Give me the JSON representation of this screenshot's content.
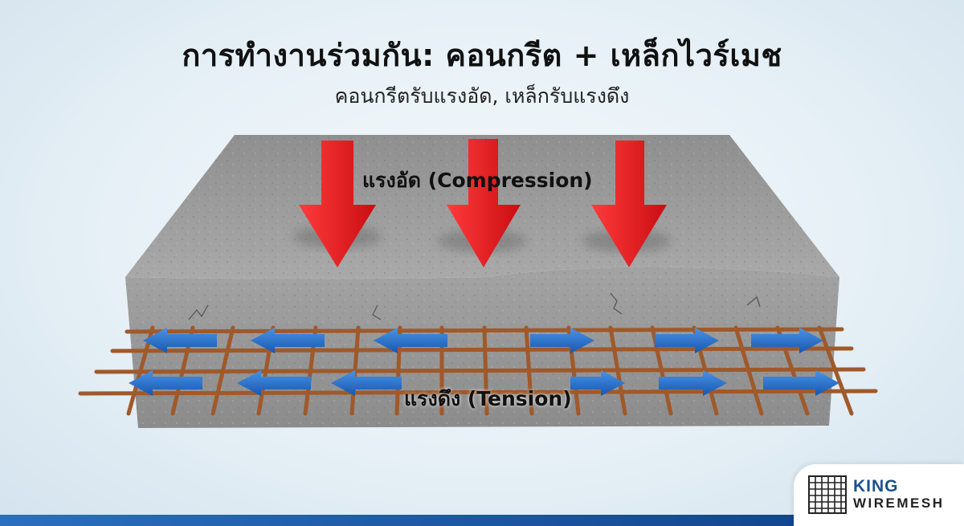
{
  "title": "การทำงานร่วมกัน: คอนกรีต + เหล็กไวร์เมช",
  "subtitle": "คอนกรีตรับแรงอัด, เหล็กรับแรงดึง",
  "labels": {
    "compression": "แรงอัด (Compression)",
    "tension": "แรงดึง (Tension)"
  },
  "logo": {
    "brand_line1": "KING",
    "brand_line2": "WIREMESH"
  },
  "colors": {
    "compression_arrow": "#e3161b",
    "tension_arrow": "#1f6fd0",
    "concrete": "#9a9a9a",
    "rebar": "#a0592a",
    "brand_blue": "#1b4f8f"
  },
  "arrows": {
    "compression_count": 3,
    "tension_upper_row": [
      "left",
      "left",
      "left",
      "right",
      "right",
      "right"
    ],
    "tension_lower_row": [
      "left",
      "left",
      "left",
      "right",
      "right",
      "right"
    ]
  }
}
